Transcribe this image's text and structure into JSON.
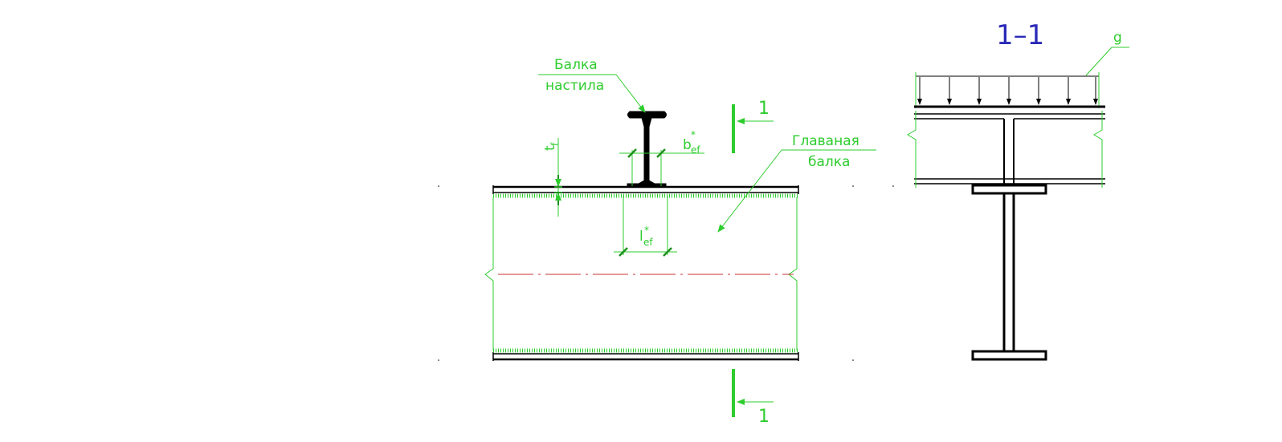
{
  "drawing": {
    "section_title": "1–1",
    "section_mark_top": "1",
    "section_mark_bottom": "1",
    "load_label": "g",
    "floor_beam_label_line1": "Балка",
    "floor_beam_label_line2": "настила",
    "main_beam_label_line1": "Главаная",
    "main_beam_label_line2": "балка",
    "dim_tf": "t",
    "dim_tf_sub": "f",
    "dim_bef": "b",
    "dim_bef_sub": "ef",
    "dim_lef": "l",
    "dim_lef_sub": "ef",
    "star": "*"
  },
  "colors": {
    "outline": "#000000",
    "dimension": "#2ecc2e",
    "dimension_dark": "#1f8f1f",
    "axis": "#c83232",
    "title": "#2a2ab8"
  }
}
